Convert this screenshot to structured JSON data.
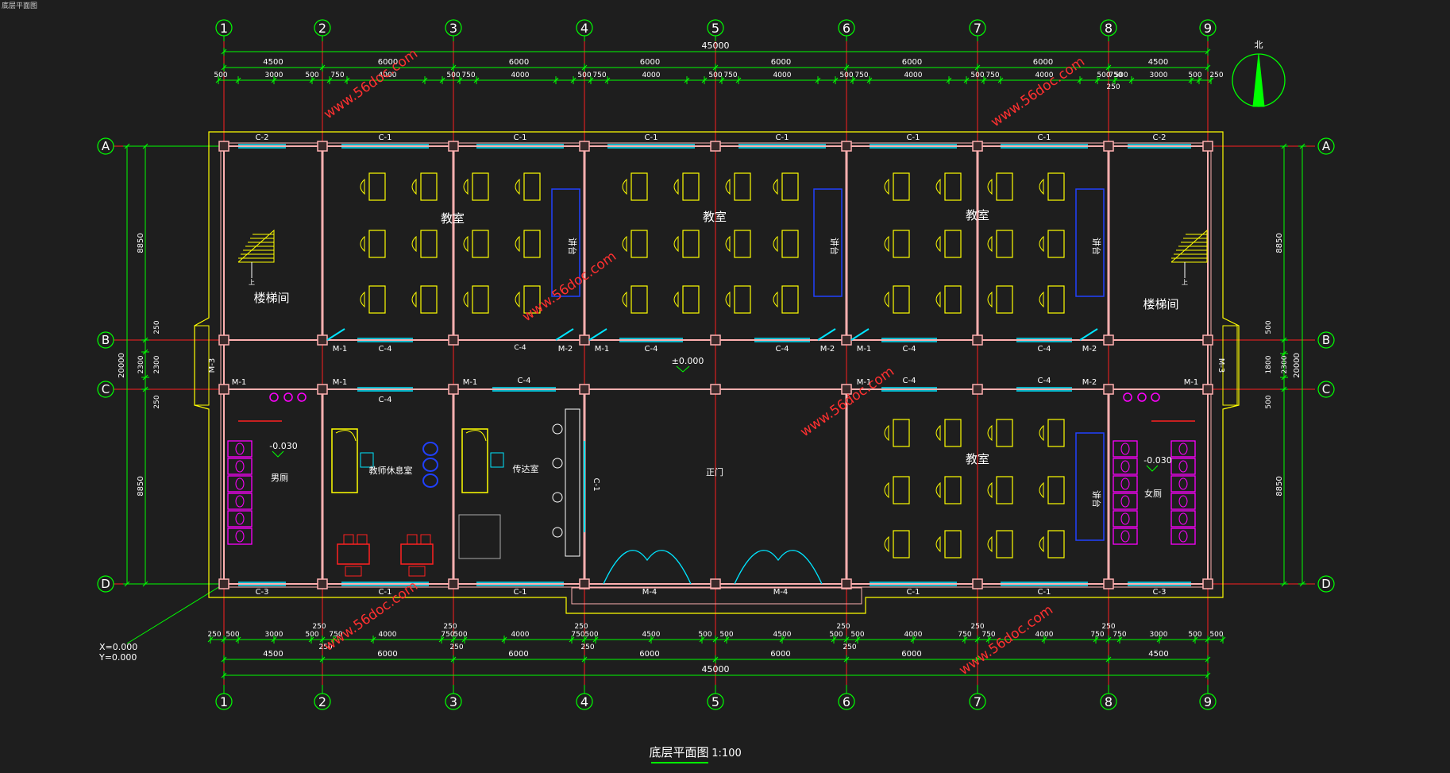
{
  "tab_label": "底层平面图",
  "footer": {
    "title": "底层平面图",
    "scale": "1:100"
  },
  "compass": {
    "label": "北"
  },
  "origin": {
    "x": "X=0.000",
    "y": "Y=0.000"
  },
  "grid": {
    "columns": [
      "1",
      "2",
      "3",
      "4",
      "5",
      "6",
      "7",
      "8",
      "9"
    ],
    "rows": [
      "A",
      "B",
      "C",
      "D"
    ]
  },
  "dims": {
    "total_top": "45000",
    "total_bottom": "45000",
    "bays_top": [
      "4500",
      "6000",
      "6000",
      "6000",
      "6000",
      "6000",
      "6000",
      "4500"
    ],
    "bays_bottom": [
      "4500",
      "6000",
      "6000",
      "6000",
      "6000",
      "6000",
      "4500"
    ],
    "left_total": "20000",
    "right_total": "20000",
    "left_rows": [
      "8850",
      "250",
      "2300",
      "250",
      "8850"
    ],
    "right_rows": [
      "8850",
      "500",
      "1800",
      "2300",
      "500",
      "8850"
    ]
  },
  "rooms": {
    "classroom": "教室",
    "stairs": "楼梯间",
    "platform": "讲台",
    "mens_toilet": "男厕",
    "womens_toilet": "女厕",
    "teacher_lounge": "教师休息室",
    "reception": "传达室",
    "main_door": "正门"
  },
  "levels": {
    "floor": "±0.000",
    "toilet_left": "-0.030",
    "toilet_right": "-0.030"
  },
  "openings": {
    "c1": "C-1",
    "c2": "C-2",
    "c3": "C-3",
    "c4": "C-4",
    "m1": "M-1",
    "m2": "M-2",
    "m3": "M-3",
    "m4": "M-4"
  },
  "watermark": "www.56doc.com",
  "colors": {
    "background": "#1e1e1e",
    "grid": "#ff2020",
    "dim": "#00ff00",
    "wall": "#ffb0b0",
    "outline": "#ffff00",
    "window": "#00e5ff",
    "furniture": "#ffff00",
    "fixture": "#ff00ff",
    "label": "#ffffff",
    "watermark": "#ff3030"
  }
}
